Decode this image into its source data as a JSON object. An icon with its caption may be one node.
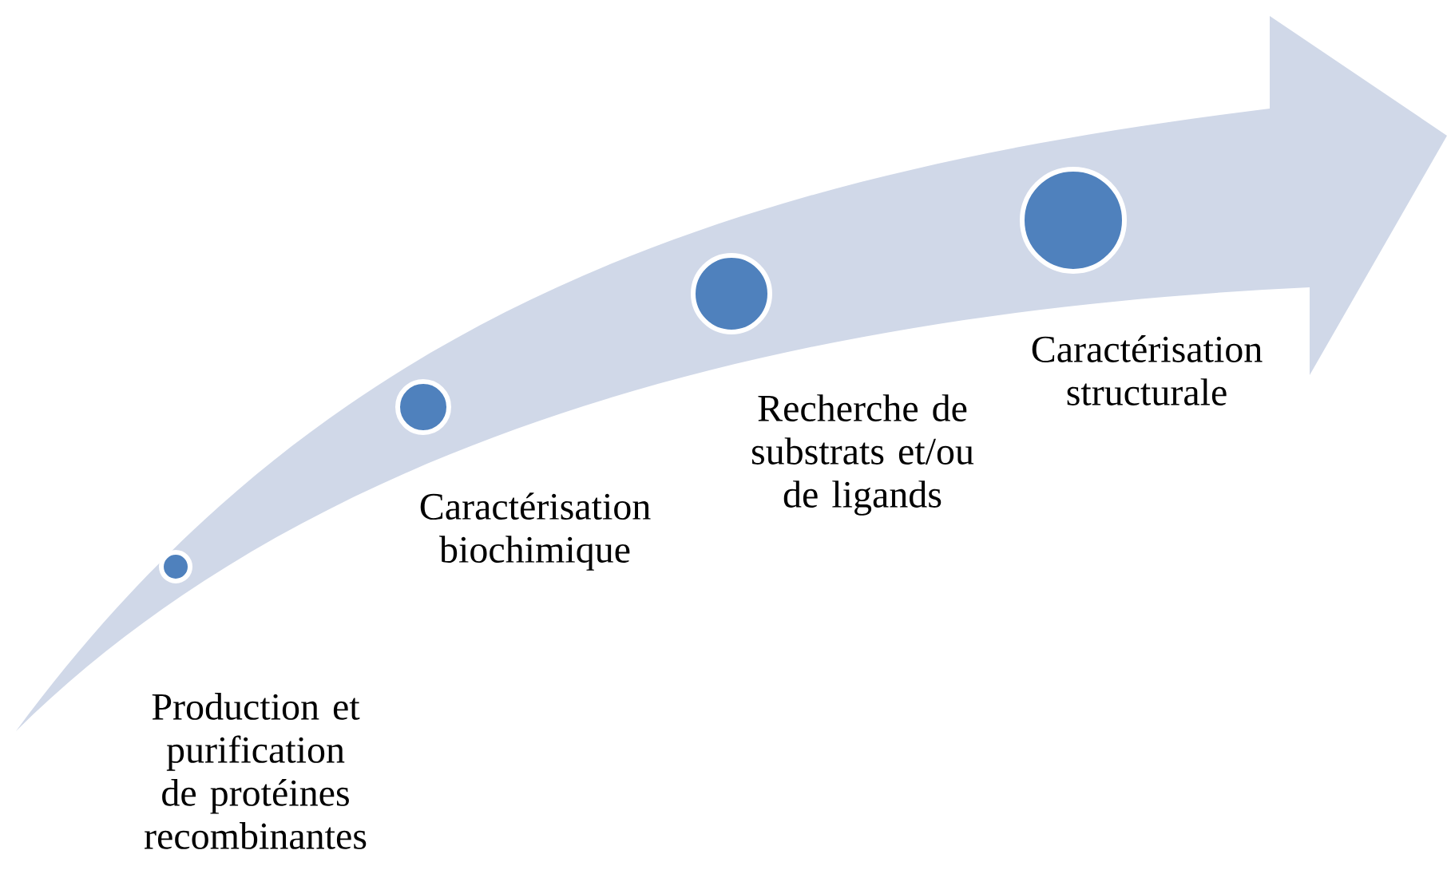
{
  "diagram": {
    "nodes": [
      {
        "text": [
          "Production et purification de protéines recombinantes"
        ]
      },
      {
        "text": [
          "Caractérisation biochimique"
        ]
      },
      {
        "text": [
          "Recherche de substrats et/ou de ligands"
        ]
      },
      {
        "text": [
          "Caractérisation structurale"
        ]
      }
    ]
  }
}
